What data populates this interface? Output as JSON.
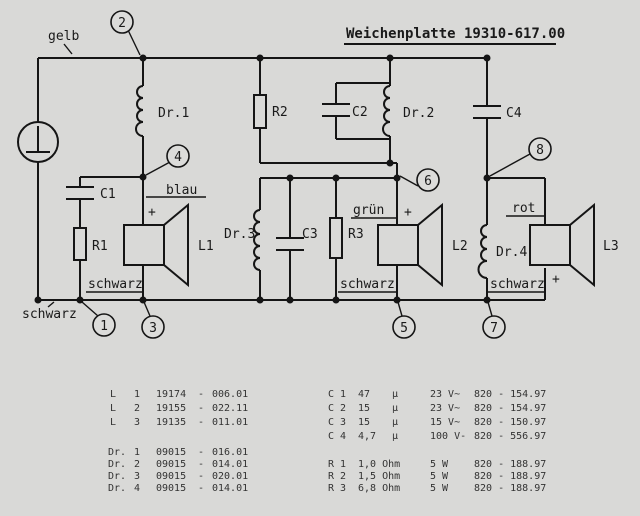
{
  "title": "Weichenplatte 19310-617.00",
  "wire_labels": {
    "gelb": "gelb",
    "schwarz_input": "schwarz",
    "blau": "blau",
    "gruen": "grün",
    "rot": "rot",
    "schwarz_1": "schwarz",
    "schwarz_2": "schwarz",
    "schwarz_3": "schwarz"
  },
  "components": {
    "dr1": "Dr.1",
    "c1": "C1",
    "r1": "R1",
    "l1": "L1",
    "r2": "R2",
    "c2": "C2",
    "dr2": "Dr.2",
    "dr3": "Dr.3",
    "c3": "C3",
    "r3": "R3",
    "l2": "L2",
    "c4": "C4",
    "dr4": "Dr.4",
    "l3": "L3"
  },
  "polarity": {
    "plus": "+"
  },
  "nodes": [
    "1",
    "2",
    "3",
    "4",
    "5",
    "6",
    "7",
    "8"
  ],
  "parts_list": {
    "speakers": [
      [
        "L",
        "1",
        "19174",
        "-",
        "006.01"
      ],
      [
        "L",
        "2",
        "19155",
        "-",
        "022.11"
      ],
      [
        "L",
        "3",
        "19135",
        "-",
        "011.01"
      ]
    ],
    "chokes": [
      [
        "Dr.",
        "1",
        "09015",
        "-",
        "016.01"
      ],
      [
        "Dr.",
        "2",
        "09015",
        "-",
        "014.01"
      ],
      [
        "Dr.",
        "3",
        "09015",
        "-",
        "020.01"
      ],
      [
        "Dr.",
        "4",
        "09015",
        "-",
        "014.01"
      ]
    ],
    "capacitors": [
      [
        "C 1",
        "47",
        "µ",
        "23 V~",
        "820 - 154.97"
      ],
      [
        "C 2",
        "15",
        "µ",
        "23 V~",
        "820 - 154.97"
      ],
      [
        "C 3",
        "15",
        "µ",
        "15 V~",
        "820 - 150.97"
      ],
      [
        "C 4",
        "4,7",
        "µ",
        "100 V-",
        "820 - 556.97"
      ]
    ],
    "resistors": [
      [
        "R 1",
        "1,0 Ohm",
        "5 W",
        "820 - 188.97"
      ],
      [
        "R 2",
        "1,5 Ohm",
        "5 W",
        "820 - 188.97"
      ],
      [
        "R 3",
        "6,8 Ohm",
        "5 W",
        "820 - 188.97"
      ]
    ]
  }
}
